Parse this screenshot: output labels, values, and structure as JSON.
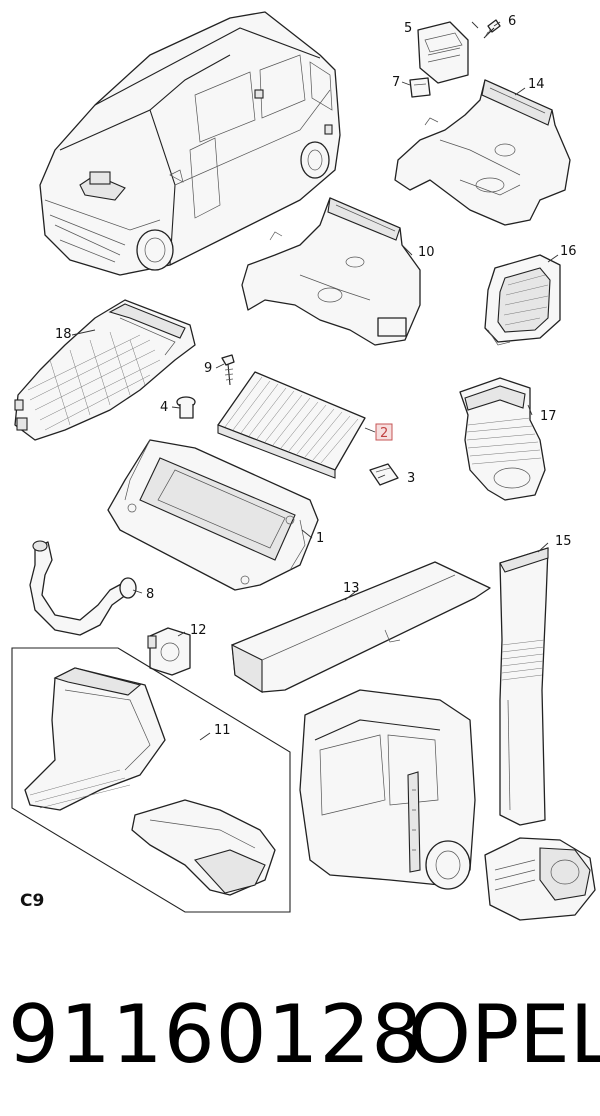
{
  "diagram": {
    "callouts": [
      {
        "id": "1",
        "label": "1"
      },
      {
        "id": "2",
        "label": "2",
        "highlighted": true
      },
      {
        "id": "3",
        "label": "3"
      },
      {
        "id": "4",
        "label": "4"
      },
      {
        "id": "5",
        "label": "5"
      },
      {
        "id": "6",
        "label": "6"
      },
      {
        "id": "7",
        "label": "7"
      },
      {
        "id": "8",
        "label": "8"
      },
      {
        "id": "9",
        "label": "9"
      },
      {
        "id": "10",
        "label": "10"
      },
      {
        "id": "11",
        "label": "11"
      },
      {
        "id": "12",
        "label": "12"
      },
      {
        "id": "13",
        "label": "13"
      },
      {
        "id": "14",
        "label": "14"
      },
      {
        "id": "15",
        "label": "15"
      },
      {
        "id": "16",
        "label": "16"
      },
      {
        "id": "17",
        "label": "17"
      },
      {
        "id": "18",
        "label": "18"
      }
    ],
    "section_code": "C9",
    "highlight_color": "#c65454"
  },
  "caption": {
    "part_number": "91160128",
    "brand": "OPEL"
  }
}
